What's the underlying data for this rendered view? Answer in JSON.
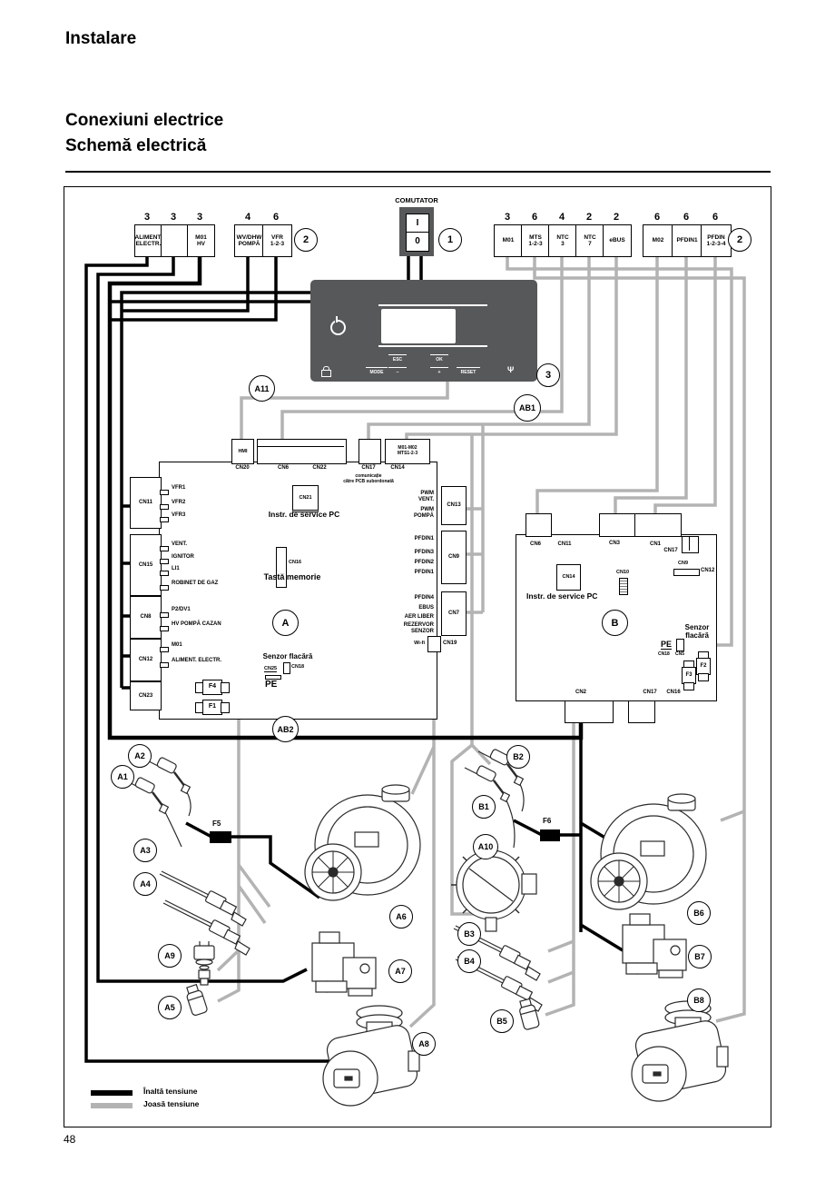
{
  "page": {
    "section": "Instalare",
    "title1": "Conexiuni electrice",
    "title2": "Schemă electrică",
    "number": "48"
  },
  "strip_left": {
    "pins": [
      "3",
      "3",
      "3"
    ],
    "cells": [
      "ALIMENT.\nELECTR.",
      "",
      "M01\nHV"
    ],
    "pins2": [
      "4",
      "6"
    ],
    "cells2": [
      "WV/DHW\nPOMPĂ",
      "VFR\n1-2-3"
    ],
    "badge": "2"
  },
  "comutator": {
    "label": "COMUTATOR",
    "pos_on": "I",
    "pos_off": "0",
    "badge": "1"
  },
  "strip_right": {
    "pins": [
      "3",
      "6",
      "4",
      "2",
      "2"
    ],
    "cells": [
      "M01",
      "MTS\n1-2-3",
      "NTC\n3",
      "NTC\n7",
      "eBUS"
    ],
    "pins2": [
      "6",
      "6",
      "6"
    ],
    "cells2": [
      "M02",
      "PFDIN1",
      "PFDIN\n1-2-3-4"
    ],
    "badge": "2"
  },
  "panel": {
    "badge": "3",
    "esc": "ESC",
    "ok": "OK",
    "mode": "MODE",
    "minus": "–",
    "plus": "+",
    "reset": "RESET",
    "antenna": "Ψ"
  },
  "refs": {
    "a11": "A11",
    "ab1": "AB1",
    "ab2": "AB2"
  },
  "pcb_a": {
    "badge": "A",
    "hmi": "HMI",
    "m01_box": "M01-M02\nMTS1-2-3",
    "top_labels": [
      "CN20",
      "CN6",
      "CN22",
      "CN17",
      "CN14"
    ],
    "comm_note": "comunicație\ncătre PCB subordonată",
    "left_connectors": [
      "CN11",
      "CN15",
      "CN8",
      "CN12",
      "CN23"
    ],
    "io_labels": [
      "VFR1",
      "VFR2",
      "VFR3",
      "VENT.",
      "IGNITOR",
      "LI1",
      "ROBINET DE GAZ",
      "P2/DV1",
      "HV POMPĂ CAZAN",
      "M01",
      "ALIMENT. ELECTR."
    ],
    "cn21": "CN21",
    "service_pc": "Instr. de service PC",
    "cn16": "CN16",
    "memory_key": "Tastă memorie",
    "right_connectors": [
      "CN13",
      "CN9",
      "CN7"
    ],
    "right_labels": [
      "PWM\nVENT.",
      "PWM\nPOMPĂ",
      "PFDIN1",
      "PFDIN3",
      "PFDIN2",
      "PFDIN1",
      "PFDIN4",
      "EBUS",
      "AER LIBER",
      "REZERVOR\nSENZOR"
    ],
    "cn19": "CN19",
    "wifi": "Wi-fi",
    "flame_title": "Senzor flacără",
    "cn25": "CN25",
    "pe": "PE",
    "cn18": "CN18",
    "f4": "F4",
    "f1": "F1"
  },
  "pcb_b": {
    "badge": "B",
    "top_labels": [
      "CN6",
      "CN11",
      "CN3",
      "CN1",
      "CN17"
    ],
    "cn9": "CN9",
    "cn12": "CN12",
    "cn14": "CN14",
    "cn10": "CN10",
    "service_pc": "Instr. de service PC",
    "flame_title": "Senzor\nflacără",
    "pe": "PE",
    "cn18": "CN18",
    "cn5": "CN5",
    "f3": "F3",
    "f2": "F2",
    "bottom_labels": [
      "CN2",
      "CN17",
      "CN16"
    ]
  },
  "components": {
    "a1": "A1",
    "a2": "A2",
    "a3": "A3",
    "a4": "A4",
    "a5": "A5",
    "a6": "A6",
    "a7": "A7",
    "a8": "A8",
    "a9": "A9",
    "a10": "A10",
    "b1": "B1",
    "b2": "B2",
    "b3": "B3",
    "b4": "B4",
    "b5": "B5",
    "b6": "B6",
    "b7": "B7",
    "b8": "B8"
  },
  "fuses": {
    "f5": "F5",
    "f6": "F6"
  },
  "legend": {
    "high": "Înaltă tensiune",
    "low": "Joasă tensiune",
    "high_color": "#000000",
    "low_color": "#b3b3b3"
  }
}
